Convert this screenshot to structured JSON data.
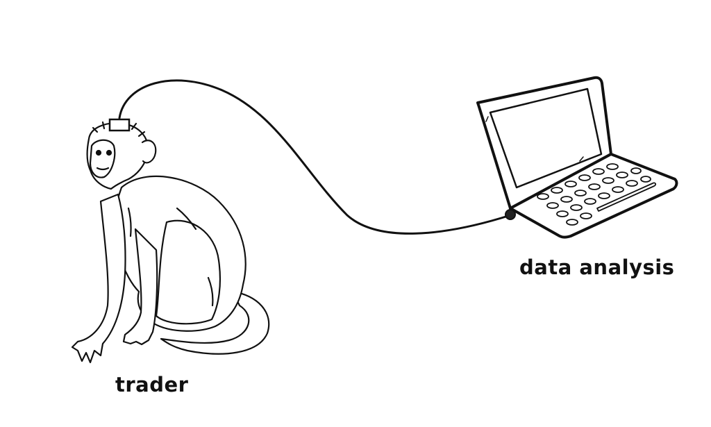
{
  "labels": {
    "trader": "trader",
    "analysis": "data analysis"
  },
  "nodes": [
    {
      "id": "monkey",
      "icon": "monkey-icon"
    },
    {
      "id": "electrode",
      "icon": "electrode-icon"
    },
    {
      "id": "laptop",
      "icon": "laptop-icon"
    }
  ],
  "edges": [
    {
      "from": "electrode",
      "to": "laptop"
    }
  ],
  "colors": {
    "ink": "#111111",
    "paper": "#ffffff"
  }
}
